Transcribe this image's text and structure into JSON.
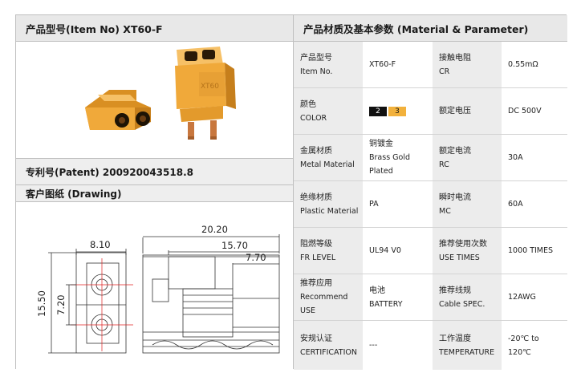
{
  "header_left": "产品型号(Item No)  XT60-F",
  "header_right": "产品材质及基本参数 (Material & Parameter)",
  "patent": "专利号(Patent) 200920043518.8",
  "drawing_title": "客户图纸 (Drawing)",
  "dimensions": {
    "d1": "20.20",
    "d2": "15.70",
    "d3": "7.70",
    "d4": "8.10",
    "d5": "15.50",
    "d6": "7.20"
  },
  "colors": {
    "housing": "#f0a93a",
    "contact": "#c8773e",
    "line": "#333333",
    "centerline": "#e02020"
  },
  "params": [
    {
      "l_zh": "产品型号",
      "l_en": "Item No.",
      "l_val": "XT60-F",
      "l_val2": "",
      "r_zh": "接触电阻",
      "r_en": "CR",
      "r_val": "0.55mΩ"
    },
    {
      "l_zh": "颜色",
      "l_en": "COLOR",
      "chip1": "2",
      "chip2": "3",
      "r_zh": "额定电压",
      "r_en": "",
      "r_val": "DC 500V"
    },
    {
      "l_zh": "金属材质",
      "l_en": "Metal Material",
      "l_val": "铜镀金",
      "l_val2": "Brass Gold Plated",
      "r_zh": "额定电流",
      "r_en": "RC",
      "r_val": "30A"
    },
    {
      "l_zh": "绝缘材质",
      "l_en": "Plastic Material",
      "l_val": "PA",
      "l_val2": "",
      "r_zh": "瞬时电流",
      "r_en": "MC",
      "r_val": "60A"
    },
    {
      "l_zh": "阻燃等级",
      "l_en": "FR LEVEL",
      "l_val": "UL94 V0",
      "l_val2": "",
      "r_zh": "推荐使用次数",
      "r_en": "USE TIMES",
      "r_val": "1000 TIMES"
    },
    {
      "l_zh": "推荐应用",
      "l_en": "Recommend USE",
      "l_val": "电池",
      "l_val2": "BATTERY",
      "r_zh": "推荐线规",
      "r_en": "Cable SPEC.",
      "r_val": "12AWG"
    },
    {
      "l_zh": "安规认证",
      "l_en": "CERTIFICATION",
      "l_val": "---",
      "l_val2": "",
      "r_zh": "工作温度",
      "r_en": "TEMPERATURE",
      "r_val": "-20℃ to 120℃"
    }
  ]
}
